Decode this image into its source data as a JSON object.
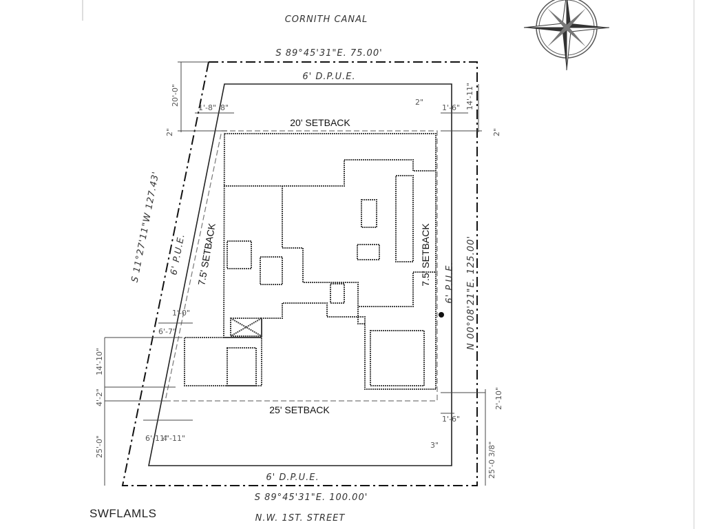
{
  "labels": {
    "canal": "CORNITH CANAL",
    "street": "N.W. 1ST. STREET",
    "top_bearing": "S 89°45'31\"E.   75.00'",
    "bottom_bearing": "S 89°45'31\"E.   100.00'",
    "left_bearing": "S 11°27'11\"W   127.43'",
    "right_bearing": "N 00°08'21\"E.   125.00'",
    "top_easement": "6' D.P.U.E.",
    "bottom_easement": "6' D.P.U.E.",
    "left_easement": "6' P.U.E.",
    "right_easement": "6' P.U.E.",
    "front_setback": "20' SETBACK",
    "rear_setback": "25' SETBACK",
    "left_setback": "7.5' SETBACK",
    "right_setback": "7.5' SETBACK"
  },
  "dimensions": {
    "top_left_depth": "20'-0\"",
    "top_left_small": "2\"",
    "top_offset_a": "1'-8\"",
    "top_offset_b": "8\"",
    "top_right_small": "2\"",
    "top_right_offset": "1'-6\"",
    "top_right_depth": "14'-11\"",
    "right_small": "2\"",
    "left_offset_a": "1'-0\"",
    "left_offset_b": "6'-7\"",
    "left_garage": "14'-10\"",
    "left_gap": "4'-2\"",
    "left_rear": "25'-0\"",
    "bottom_offset_a": "6'-11\"",
    "bottom_offset_b": "4'-11\"",
    "right_gap": "2'-10\"",
    "right_offset": "1'-6\"",
    "right_small_bottom": "3\"",
    "right_rear": "25'-0 3/8\""
  },
  "watermark": "SWFLAMLS",
  "icons": {
    "compass": "compass-rose-icon"
  }
}
